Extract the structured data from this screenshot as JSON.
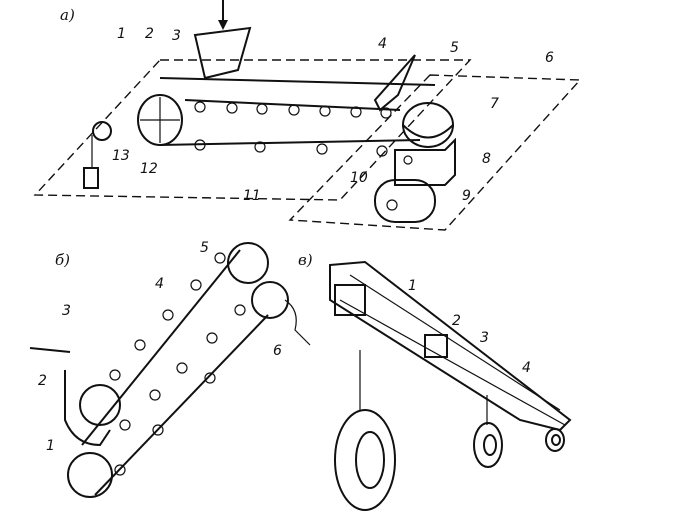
{
  "panels": [
    {
      "id": "a",
      "label": "а)"
    },
    {
      "id": "b",
      "label": "б)"
    },
    {
      "id": "c",
      "label": "в)"
    }
  ],
  "callouts_a": [
    "1",
    "2",
    "3",
    "4",
    "5",
    "6",
    "7",
    "8",
    "9",
    "10",
    "11",
    "12",
    "13"
  ],
  "callouts_b": [
    "1",
    "2",
    "3",
    "4",
    "5",
    "6"
  ],
  "callouts_c": [
    "1",
    "2",
    "3",
    "4"
  ]
}
